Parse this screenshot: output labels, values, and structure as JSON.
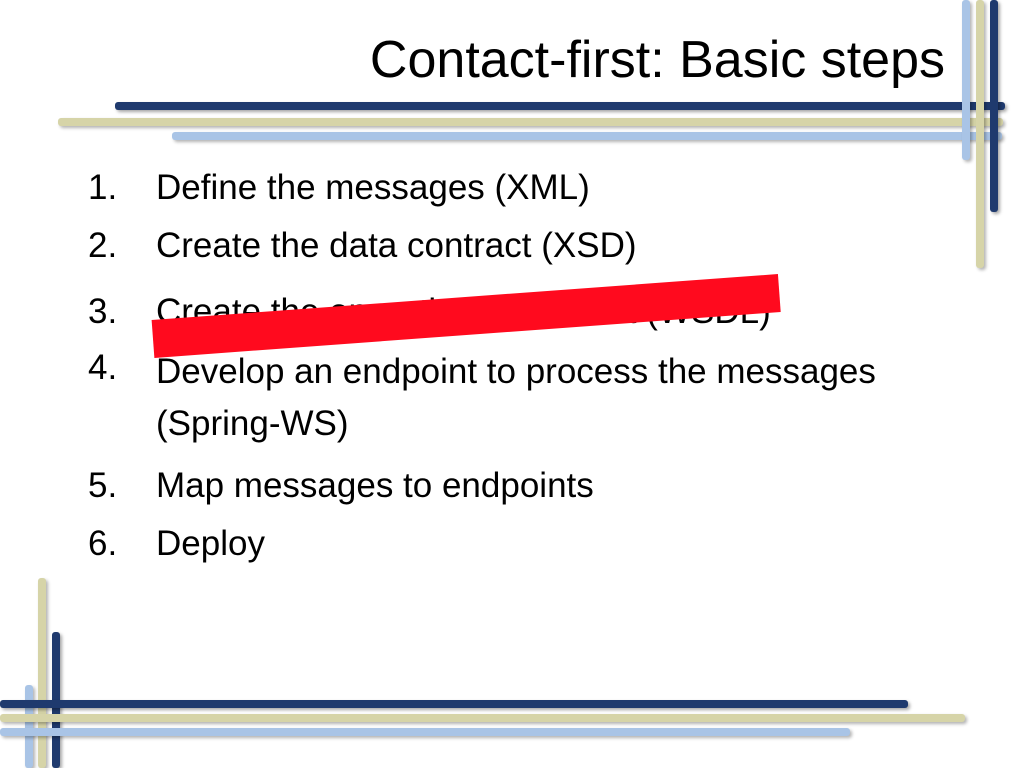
{
  "slide": {
    "title": "Contact-first: Basic steps",
    "steps": [
      {
        "number": "1.",
        "text": "Define the messages (XML)"
      },
      {
        "number": "2.",
        "text": "Create the data contract (XSD)"
      },
      {
        "number": "3.",
        "text": "Create the operational contract (WSDL)"
      },
      {
        "number": "4.",
        "text": "Develop an endpoint to process the messages (Spring-WS)"
      },
      {
        "number": "5.",
        "text": "Map messages to endpoints"
      },
      {
        "number": "6.",
        "text": "Deploy"
      }
    ]
  },
  "colors": {
    "navy_line": "#1f3a6e",
    "khaki_line": "#d6d4a8",
    "sky_line": "#a9c4e6",
    "strike_mark": "#ff0a1e"
  }
}
